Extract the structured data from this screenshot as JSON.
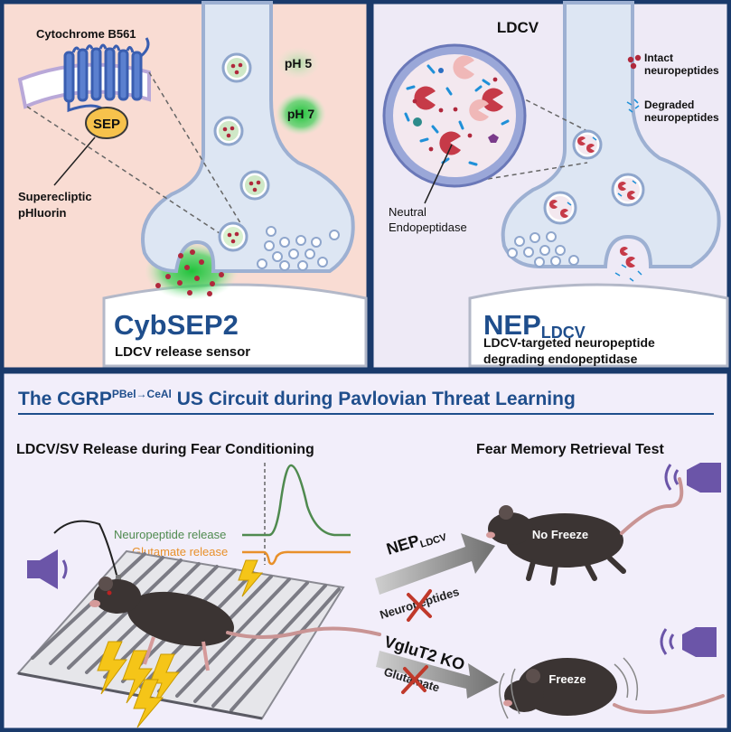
{
  "panel_a": {
    "protein_label": "Cytochrome B561",
    "sep_label": "SEP",
    "sep_full_line1": "Superecliptic",
    "sep_full_line2": "pHluorin",
    "ph5_label": "pH 5",
    "ph7_label": "pH 7",
    "title": "CybSEP2",
    "subtitle": "LDCV release sensor"
  },
  "panel_b": {
    "ldcv_label": "LDCV",
    "legend_intact_line1": "Intact",
    "legend_intact_line2": "neuropeptides",
    "legend_degraded_line1": "Degraded",
    "legend_degraded_line2": "neuropeptides",
    "nep_line1": "Neutral",
    "nep_line2": "Endopeptidase",
    "title_main": "NEP",
    "title_sub": "LDCV",
    "subtitle_line1": "LDCV-targeted neuropeptide",
    "subtitle_line2": "degrading endopeptidase"
  },
  "panel_c": {
    "title_prefix": "The CGRP",
    "title_super": "PBel→CeAl",
    "title_suffix": " US Circuit during Pavlovian Threat Learning",
    "left_heading": "LDCV/SV Release during Fear Conditioning",
    "right_heading": "Fear Memory Retrieval Test",
    "neuropeptide_release": "Neuropeptide release",
    "glutamate_release": "Glutamate release",
    "arrow1_main": "NEP",
    "arrow1_sub": "LDCV",
    "arrow1_crossed": "Neuropeptides",
    "arrow2_main": "VgluT2 KO",
    "arrow2_crossed": "Glutamate",
    "outcome1": "No Freeze",
    "outcome2": "Freeze"
  },
  "colors": {
    "border": "#1a3a6b",
    "panel_a_bg": "#f9dcd3",
    "panel_b_bg": "#eeeaf6",
    "panel_c_bg": "#f2eefa",
    "title_blue": "#1f4e8c",
    "neuropeptide_green": "#4f8a4f",
    "glutamate_orange": "#e8902a",
    "peptide_red": "#b0283c",
    "speaker_purple": "#6b55a8"
  }
}
